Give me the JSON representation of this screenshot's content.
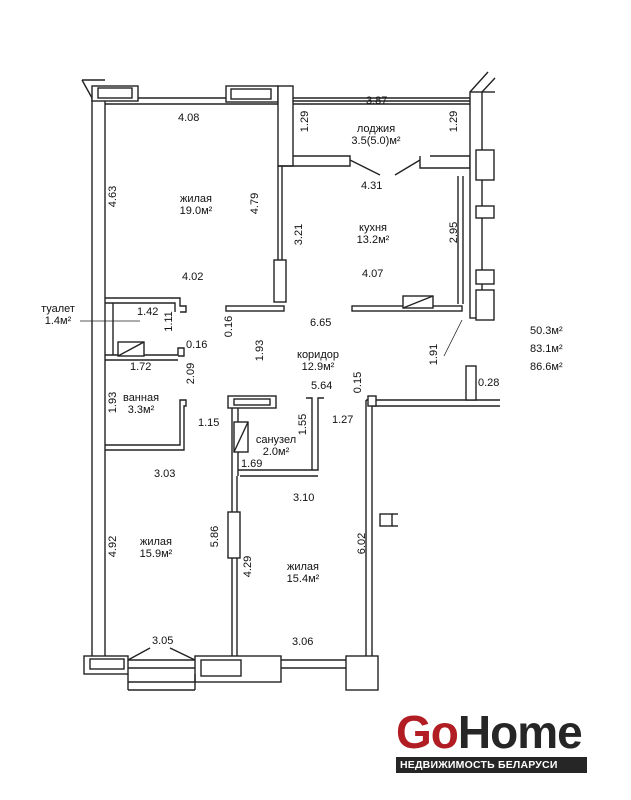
{
  "rooms": {
    "living1": {
      "name": "жилая",
      "area": "19.0м²"
    },
    "loggia": {
      "name": "лоджия",
      "area": "3.5(5.0)м²"
    },
    "kitchen": {
      "name": "кухня",
      "area": "13.2м²"
    },
    "toilet": {
      "name": "туалет",
      "area": "1.4м²"
    },
    "corridor": {
      "name": "коридор",
      "area": "12.9м²"
    },
    "bathroom": {
      "name": "ванная",
      "area": "3.3м²"
    },
    "wc": {
      "name": "санузел",
      "area": "2.0м²"
    },
    "living2": {
      "name": "жилая",
      "area": "15.9м²"
    },
    "living3": {
      "name": "жилая",
      "area": "15.4м²"
    }
  },
  "dimensions": {
    "d408": "4.08",
    "d387": "3.87",
    "d129a": "1.29",
    "d129b": "1.29",
    "d463": "4.63",
    "d479": "4.79",
    "d431": "4.31",
    "d321": "3.21",
    "d295": "2.95",
    "d402": "4.02",
    "d407": "4.07",
    "d142": "1.42",
    "d111": "1.11",
    "d016a": "0.16",
    "d665": "6.65",
    "d016b": "0.16",
    "d172": "1.72",
    "d193a": "1.93",
    "d191": "1.91",
    "d209": "2.09",
    "d564": "5.64",
    "d015": "0.15",
    "d028": "0.28",
    "d193b": "1.93",
    "d115": "1.15",
    "d155": "1.55",
    "d127": "1.27",
    "d169": "1.69",
    "d303": "3.03",
    "d310": "3.10",
    "d586": "5.86",
    "d492": "4.92",
    "d429": "4.29",
    "d602": "6.02",
    "d305": "3.05",
    "d306": "3.06"
  },
  "totals": {
    "living": "50.3м²",
    "total": "83.1м²",
    "with_loggia": "86.6м²"
  },
  "logo": {
    "go": "Go",
    "home": "Home",
    "tagline": "НЕДВИЖИМОСТЬ БЕЛАРУСИ"
  }
}
